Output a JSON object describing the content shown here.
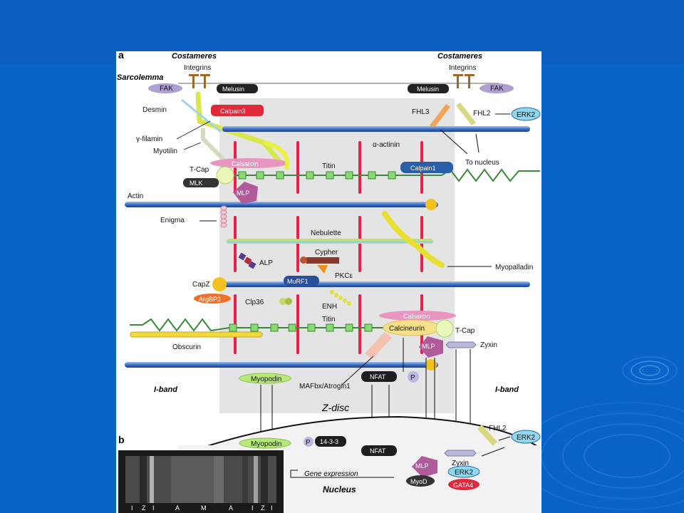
{
  "colors": {
    "slide_bg": "#0a64c8",
    "panel_bg": "#ffffff",
    "zdisc_bg": "#e6e6e6",
    "actin": "#4a78c8",
    "zline": "#e8204a",
    "titin_green": "#3a8a3a",
    "yellow": "#f3dd22",
    "black_protein": "#1e1e1e"
  },
  "panel_a": {
    "label": "a",
    "costameres_left": "Costameres",
    "costameres_right": "Costameres",
    "integrins_left": "Integrins",
    "integrins_right": "Integrins",
    "sarcolemma": "Sarcolemma",
    "fak_left": "FAK",
    "fak_right": "FAK",
    "melusin_left": "Melusin",
    "melusin_right": "Melusin",
    "desmin": "Desmin",
    "calpain3": "Calpain3",
    "gamma_filamin": "γ-filamin",
    "myotilin": "Myotilin",
    "fhl3": "FHL3",
    "fhl2": "FHL2",
    "erk2": "ERK2",
    "alpha_actinin": "α-actinin",
    "to_nucleus": "To nucleus",
    "tcap_left": "T-Cap",
    "calsarcin_top": "Calsarcin",
    "titin_top": "Titin",
    "calpain1": "Calpain1",
    "mlk": "MLK",
    "mlp_top": "MLP",
    "actin": "Actin",
    "enigma": "Enigma",
    "nebulette": "Nebulette",
    "alp": "ALP",
    "cypher": "Cypher",
    "pkc": "PKCε",
    "myopalladin": "Myopalladin",
    "capz": "CapZ",
    "murf1": "MuRF1",
    "argbp2": "ArgBP2",
    "clp36": "Clp36",
    "enh": "ENH",
    "calsarcin_bottom": "Calsarcin",
    "titin_bottom": "Titin",
    "calcineurin": "Calcineurin",
    "tcap_right": "T-Cap",
    "obscurin": "Obscurin",
    "mlp_mid": "MLP",
    "zyxin_mid": "Zyxin",
    "iband_left": "I-band",
    "iband_right": "I-band",
    "myopodin_top": "Myopodin",
    "mafbx": "MAFbx/Atrogin1",
    "nfat_top": "NFAT",
    "p_top": "P",
    "zdisc": "Z-disc"
  },
  "panel_b": {
    "label": "b",
    "myopodin": "Myopodin",
    "p": "P",
    "protein_1433": "14-3-3",
    "nfat": "NFAT",
    "fhl2": "FHL2",
    "erk2_top": "ERK2",
    "zyxin": "Zyxin",
    "erk2_bottom": "ERK2",
    "mlp": "MLP",
    "myod": "MyoD",
    "gata4": "GATA4",
    "gene_expression": "Gene expression",
    "nucleus": "Nucleus",
    "band_labels": [
      "I",
      "Z",
      "I",
      "A",
      "M",
      "A",
      "I",
      "Z",
      "I"
    ]
  }
}
